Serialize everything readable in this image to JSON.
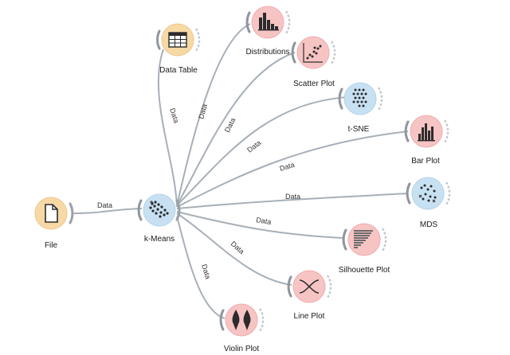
{
  "colors": {
    "data_category_fill": "#f7d9a6",
    "data_category_stroke": "#f0c68b",
    "unsupervised_fill": "#c8e1f2",
    "unsupervised_stroke": "#b2d2ea",
    "visualize_fill": "#f7c4c4",
    "visualize_stroke": "#f0acac",
    "icon_dark": "#2b2b2b",
    "link": "#a7afb8"
  },
  "widgets": {
    "file": {
      "label": "File",
      "icon": "file-icon",
      "category": "data"
    },
    "data_table": {
      "label": "Data Table",
      "icon": "table-icon",
      "category": "data"
    },
    "kmeans": {
      "label": "k-Means",
      "icon": "kmeans-icon",
      "category": "unsupervised"
    },
    "distributions": {
      "label": "Distributions",
      "icon": "histogram-icon",
      "category": "visualize"
    },
    "scatter_plot": {
      "label": "Scatter Plot",
      "icon": "scatter-icon",
      "category": "visualize"
    },
    "tsne": {
      "label": "t-SNE",
      "icon": "tsne-icon",
      "category": "unsupervised"
    },
    "bar_plot": {
      "label": "Bar Plot",
      "icon": "bar-chart-icon",
      "category": "visualize"
    },
    "mds": {
      "label": "MDS",
      "icon": "mds-icon",
      "category": "unsupervised"
    },
    "silhouette_plot": {
      "label": "Silhouette Plot",
      "icon": "silhouette-icon",
      "category": "visualize"
    },
    "line_plot": {
      "label": "Line Plot",
      "icon": "line-plot-icon",
      "category": "visualize"
    },
    "violin_plot": {
      "label": "Violin Plot",
      "icon": "violin-icon",
      "category": "visualize"
    }
  },
  "links": {
    "file_kmeans": "Data",
    "kmeans_data_table": "Data",
    "kmeans_distributions": "Data",
    "kmeans_scatter_plot": "Data",
    "kmeans_tsne": "Data",
    "kmeans_bar_plot": "Data",
    "kmeans_mds": "Data",
    "kmeans_silhouette_plot": "Data",
    "kmeans_line_plot": "Data",
    "kmeans_violin_plot": "Data"
  }
}
